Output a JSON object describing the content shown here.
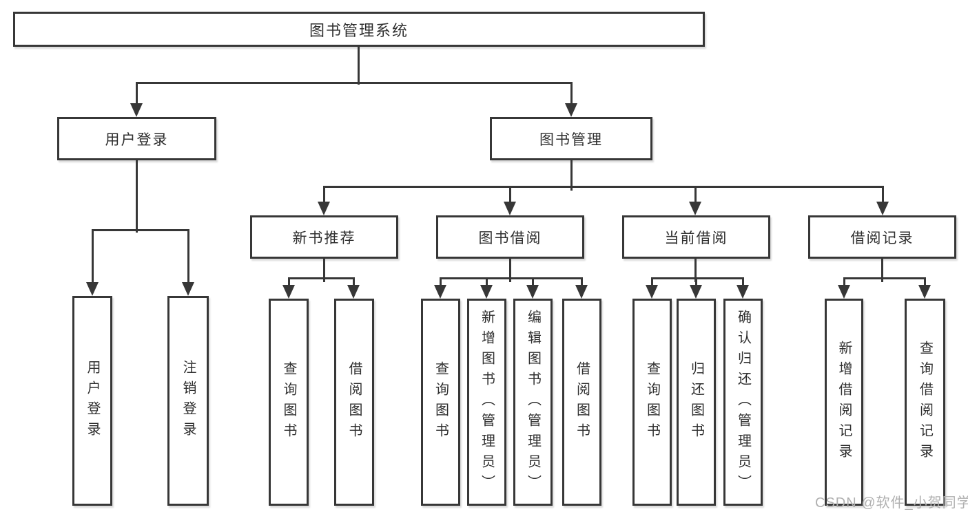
{
  "tree": {
    "label": "图书管理系统",
    "children": [
      {
        "label": "用户登录",
        "children": [
          {
            "label": "用户登录"
          },
          {
            "label": "注销登录"
          }
        ]
      },
      {
        "label": "图书管理",
        "children": [
          {
            "label": "新书推荐",
            "children": [
              {
                "label": "查询图书"
              },
              {
                "label": "借阅图书"
              }
            ]
          },
          {
            "label": "图书借阅",
            "children": [
              {
                "label": "查询图书"
              },
              {
                "label": "新增图书（管理员）"
              },
              {
                "label": "编辑图书（管理员）"
              },
              {
                "label": "借阅图书"
              }
            ]
          },
          {
            "label": "当前借阅",
            "children": [
              {
                "label": "查询图书"
              },
              {
                "label": "归还图书"
              },
              {
                "label": "确认归还（管理员）"
              }
            ]
          },
          {
            "label": "借阅记录",
            "children": [
              {
                "label": "新增借阅记录"
              },
              {
                "label": "查询借阅记录"
              }
            ]
          }
        ]
      }
    ]
  },
  "watermark": {
    "text": "CSDN @软件_小贺同学"
  },
  "colors": {
    "line": "#373737",
    "text": "#2f2f2f",
    "watermark": "#b0b0b0",
    "background": "#ffffff"
  }
}
